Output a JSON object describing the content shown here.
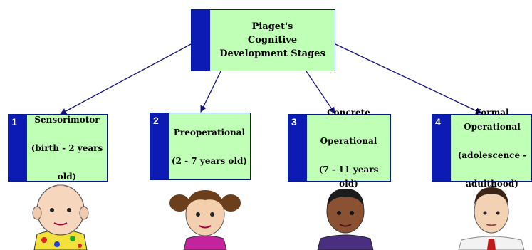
{
  "root": {
    "lines": [
      "Piaget's",
      "Cognitive",
      "Development Stages"
    ]
  },
  "stages": [
    {
      "number": "1",
      "lines": [
        "Sensorimotor",
        "(birth - 2 years",
        "old)"
      ]
    },
    {
      "number": "2",
      "lines": [
        "Preoperational",
        "(2 - 7 years old)"
      ]
    },
    {
      "number": "3",
      "lines": [
        "Concrete",
        "Operational",
        "(7 - 11 years old)"
      ]
    },
    {
      "number": "4",
      "lines": [
        "Formal Operational",
        "(adolescence -",
        "adulthood)"
      ]
    }
  ],
  "colors": {
    "box_fill": "#bfffb6",
    "box_accent": "#0b1bb3",
    "arrow": "#13137a"
  },
  "icons": [
    "baby-icon",
    "girl-pigtails-icon",
    "boy-icon",
    "man-tie-icon"
  ]
}
